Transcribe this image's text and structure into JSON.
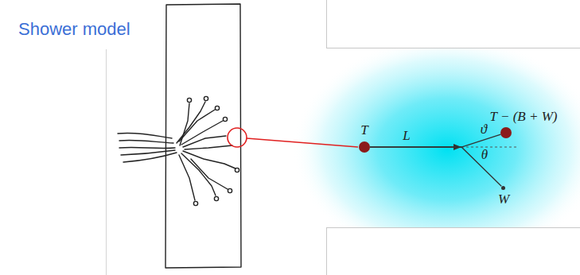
{
  "diagram": {
    "title": "Shower model",
    "nodes": [
      {
        "text": [
          "T"
        ]
      },
      {
        "text": [
          "T − (B + W)"
        ]
      },
      {
        "text": [
          "W"
        ]
      }
    ],
    "edges": [
      {
        "from": 0,
        "to": 1,
        "label": "L",
        "arrow": "none"
      },
      {
        "from": 0,
        "to": 2,
        "arrow": "none"
      }
    ],
    "labels": [
      "ϑ",
      "θ"
    ]
  }
}
